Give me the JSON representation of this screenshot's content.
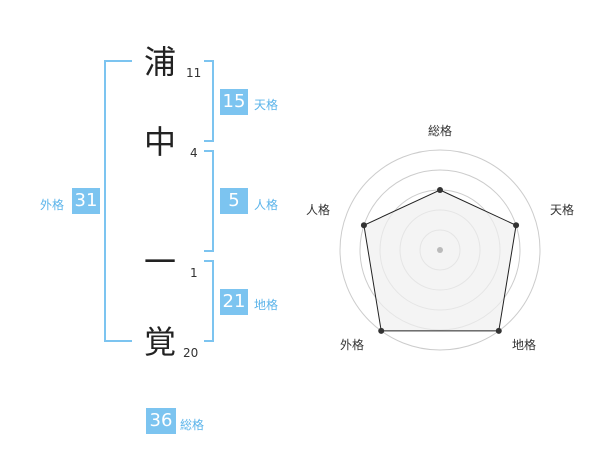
{
  "name": {
    "chars": [
      {
        "char": "浦",
        "strokes": "11"
      },
      {
        "char": "中",
        "strokes": "4"
      },
      {
        "char": "一",
        "strokes": "1"
      },
      {
        "char": "覚",
        "strokes": "20"
      }
    ]
  },
  "fortunes": {
    "tenkaku": {
      "value": "15",
      "label": "天格"
    },
    "jinkaku": {
      "value": "5",
      "label": "人格"
    },
    "chikaku": {
      "value": "21",
      "label": "地格"
    },
    "gaikaku": {
      "value": "31",
      "label": "外格"
    },
    "soukaku": {
      "value": "36",
      "label": "総格"
    }
  },
  "radar": {
    "labels": {
      "top": "総格",
      "right": "天格",
      "bottom_right": "地格",
      "bottom_left": "外格",
      "left": "人格"
    },
    "levels": 5,
    "values": {
      "soukaku": 3,
      "tenkaku": 4,
      "chikaku": 5,
      "gaikaku": 5,
      "jinkaku": 4
    },
    "max": 5,
    "colors": {
      "grid": "#cccccc",
      "fill": "#f0f0f0",
      "line": "#222222",
      "point": "#333333",
      "center": "#bbbbbb"
    }
  },
  "colors": {
    "accent": "#7cc4f0"
  }
}
